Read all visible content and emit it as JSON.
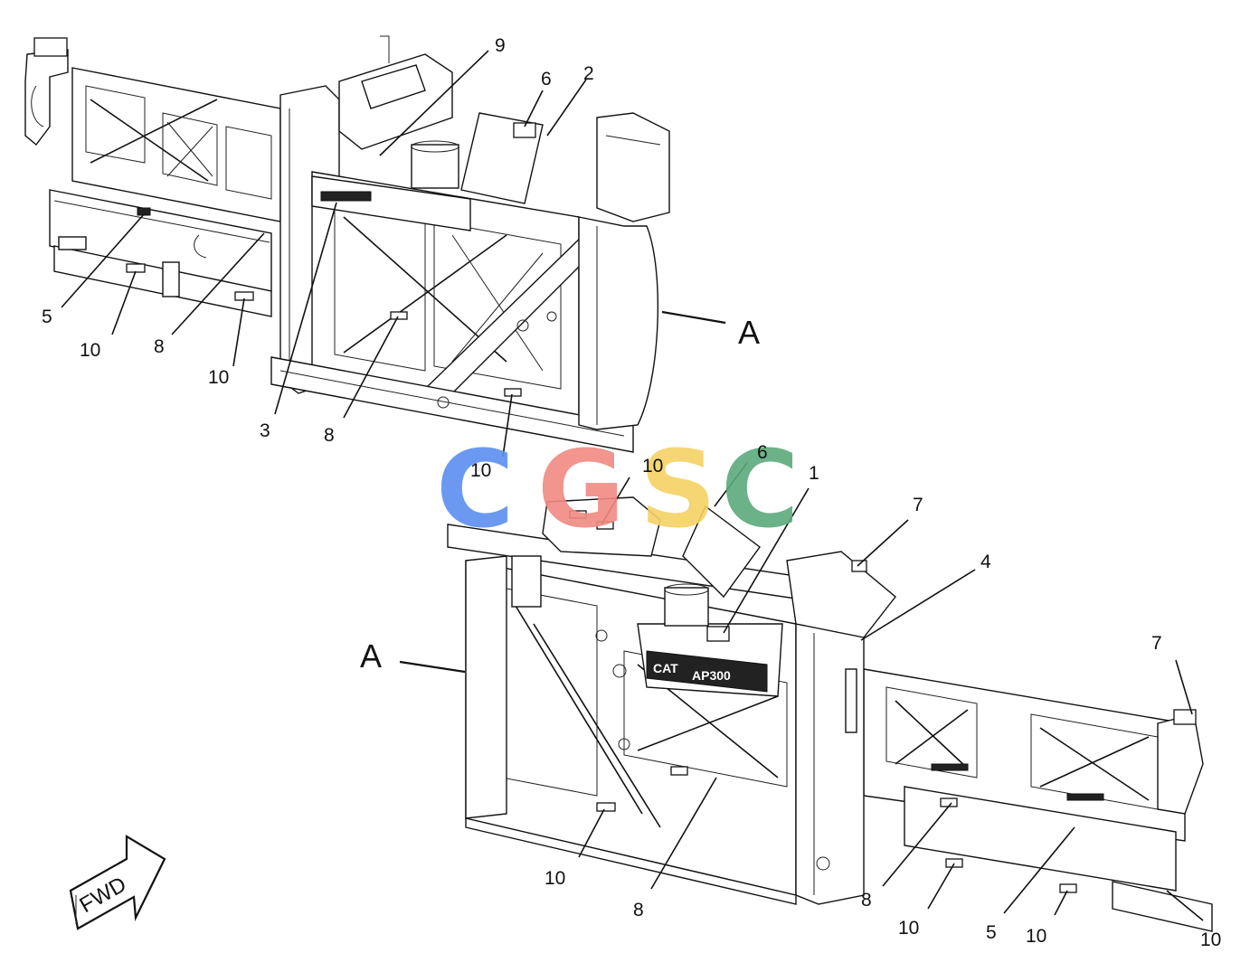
{
  "diagram": {
    "callouts_upper": [
      "9",
      "6",
      "2",
      "5",
      "10",
      "8",
      "10",
      "3",
      "8",
      "10",
      "A"
    ],
    "callouts_lower": [
      "10",
      "6",
      "1",
      "7",
      "4",
      "A",
      "7",
      "10",
      "8",
      "8",
      "10",
      "5",
      "10",
      "10"
    ],
    "direction_arrow": "FWD",
    "decal_text": "AP300",
    "brand_text": "CAT"
  },
  "watermark": {
    "letters": [
      "C",
      "G",
      "S",
      "C"
    ],
    "colors": [
      "#5b8ff0",
      "#f08a82",
      "#f5d264",
      "#5caa7c"
    ]
  }
}
